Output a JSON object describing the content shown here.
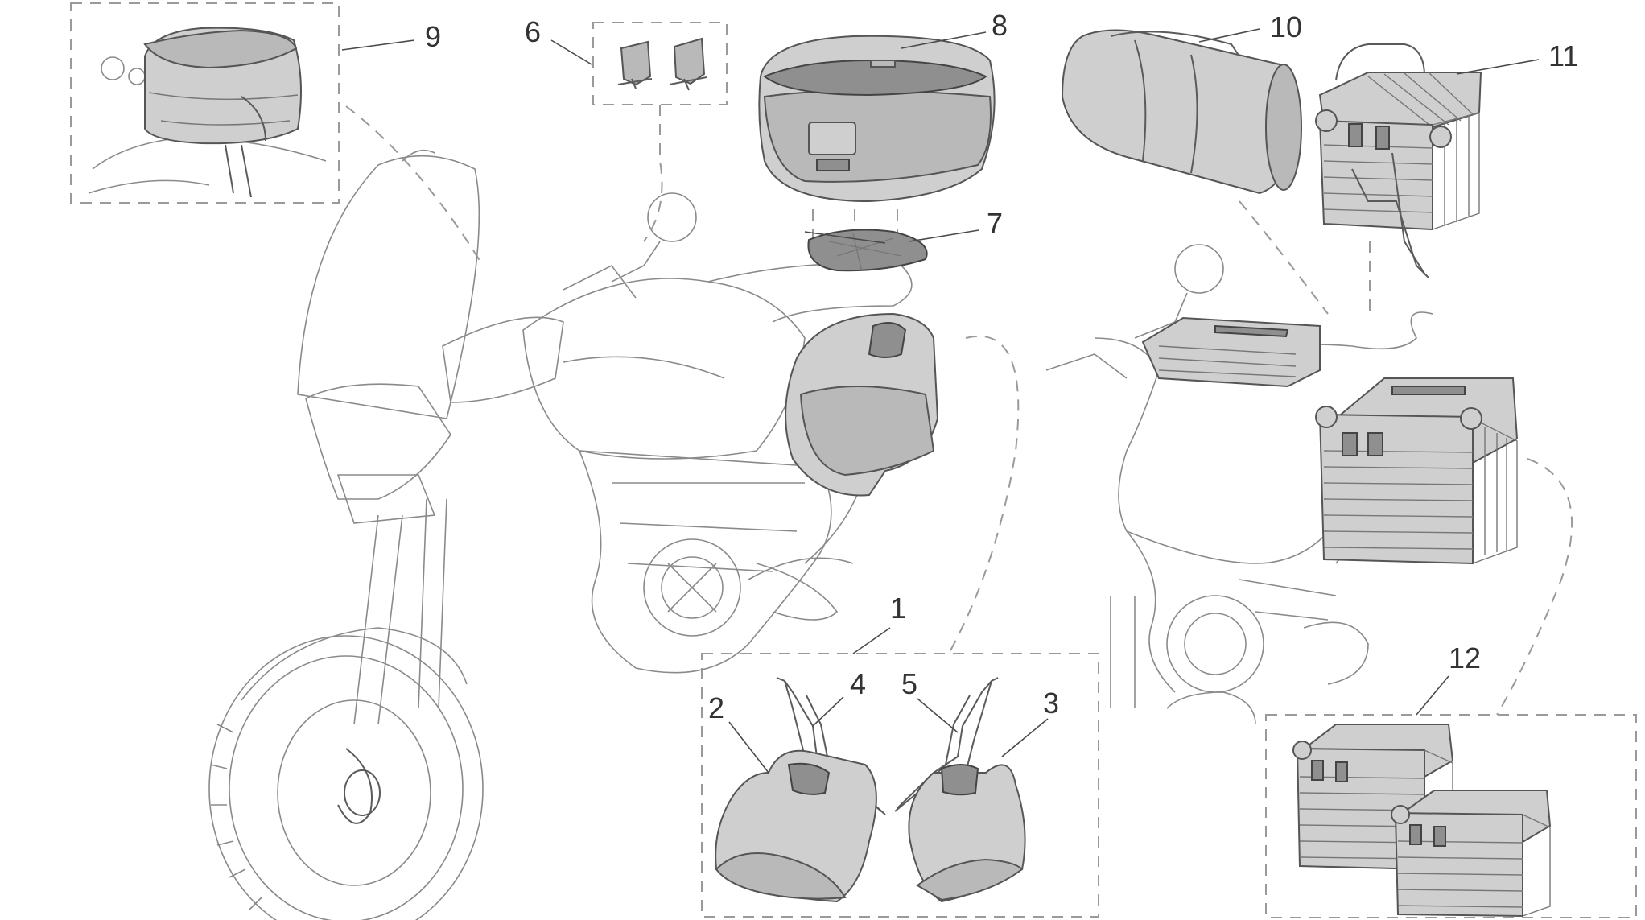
{
  "colors": {
    "background": "#ffffff",
    "outline_light": "#8a8a8a",
    "part_fill": "#b9b9b9",
    "part_fill_dark": "#8f8f8f",
    "callout_text": "#333333"
  },
  "callouts": {
    "c1": "1",
    "c2": "2",
    "c3": "3",
    "c4": "4",
    "c5": "5",
    "c6": "6",
    "c7": "7",
    "c8": "8",
    "c9": "9",
    "c10": "10",
    "c11": "11",
    "c12": "12"
  }
}
